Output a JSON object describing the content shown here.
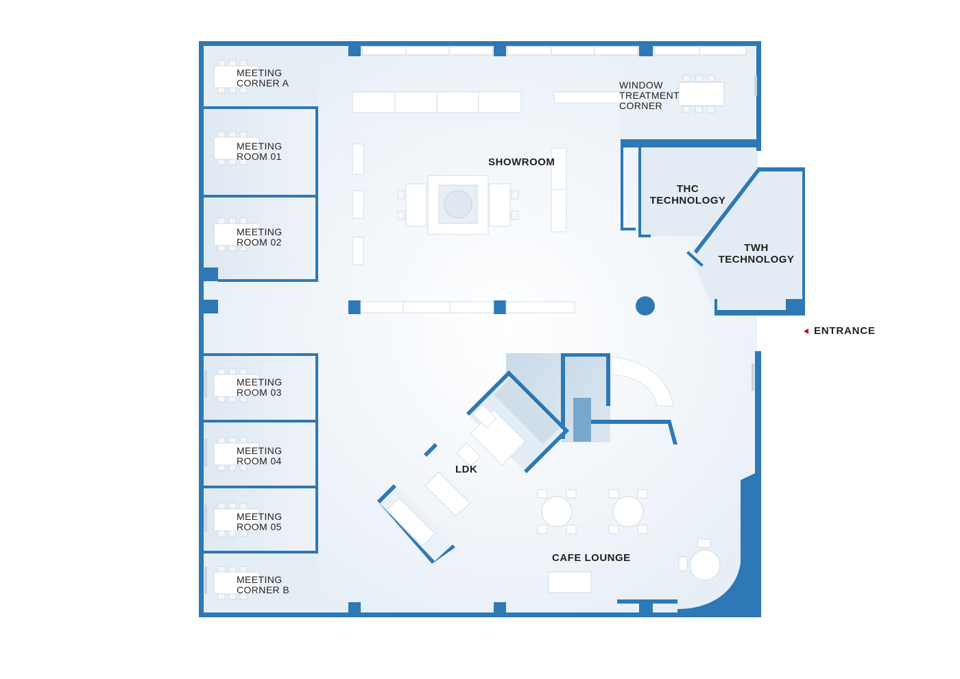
{
  "colors": {
    "wall": "#2e78b5",
    "floor": "#eef3f8",
    "room_floor": "#e3ecf4",
    "furniture": "#ffffff",
    "entrance_arrow": "#d0021b"
  },
  "rooms": {
    "meeting_corner_a": "MEETING\nCORNER A",
    "meeting_room_01": "MEETING\nROOM 01",
    "meeting_room_02": "MEETING\nROOM 02",
    "meeting_room_03": "MEETING\nROOM 03",
    "meeting_room_04": "MEETING\nROOM 04",
    "meeting_room_05": "MEETING\nROOM 05",
    "meeting_corner_b": "MEETING\nCORNER B",
    "window_treatment_corner": "WINDOW\nTREATMENT\nCORNER"
  },
  "zones": {
    "showroom": "SHOWROOM",
    "thc_technology": "THC\nTECHNOLOGY",
    "twh_technology": "TWH\nTECHNOLOGY",
    "ldk": "LDK",
    "cafe_lounge": "CAFE LOUNGE"
  },
  "entrance": {
    "label": "ENTRANCE",
    "icon": "arrow-left-icon"
  }
}
